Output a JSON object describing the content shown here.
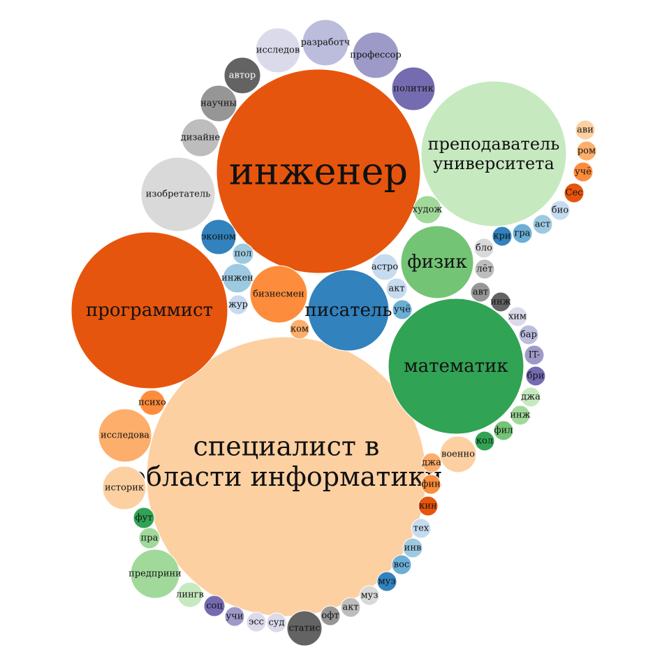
{
  "chart_data": {
    "type": "bubble",
    "items": [
      {
        "label": "специалист в области информатики",
        "color": "#fdd0a2"
      },
      {
        "label": "инженер",
        "color": "#e6550d"
      },
      {
        "label": "программист",
        "color": "#e6550d"
      },
      {
        "label": "преподаватель университета",
        "color": "#c7e9c0"
      },
      {
        "label": "математик",
        "color": "#31a354"
      },
      {
        "label": "писатель",
        "color": "#3182bd"
      },
      {
        "label": "физик",
        "color": "#74c476"
      },
      {
        "label": "изобретатель",
        "color": "#d9d9d9"
      },
      {
        "label": "бизнесмен",
        "color": "#fd8d3c"
      },
      {
        "label": "исследова",
        "color": "#fdae6b"
      },
      {
        "label": "предприни",
        "color": "#a1d99b"
      },
      {
        "label": "историк",
        "color": "#fdd0a2"
      },
      {
        "label": "разработч",
        "color": "#bcbddc"
      },
      {
        "label": "исследов",
        "color": "#dadaeb"
      },
      {
        "label": "профессор",
        "color": "#9e9ac8"
      },
      {
        "label": "политик",
        "color": "#756bb1"
      },
      {
        "label": "автор",
        "color": "#636363"
      },
      {
        "label": "научны",
        "color": "#969696"
      },
      {
        "label": "дизайне",
        "color": "#bdbdbd"
      },
      {
        "label": "эконом",
        "color": "#3182bd"
      },
      {
        "label": "статис",
        "color": "#636363"
      },
      {
        "label": "военно",
        "color": "#fdd0a2"
      },
      {
        "label": "инжен",
        "color": "#9ecae1"
      },
      {
        "label": "худож",
        "color": "#a1d99b"
      },
      {
        "label": "астро",
        "color": "#c6dbef"
      },
      {
        "label": "психо",
        "color": "#fd8d3c"
      },
      {
        "label": "лингв",
        "color": "#c7e9c0"
      },
      {
        "label": "пол",
        "color": "#9ecae1"
      },
      {
        "label": "жур",
        "color": "#c6dbef"
      },
      {
        "label": "ком",
        "color": "#fdae6b"
      },
      {
        "label": "акт",
        "color": "#c6dbef"
      },
      {
        "label": "учё",
        "color": "#6baed6"
      },
      {
        "label": "фут",
        "color": "#31a354"
      },
      {
        "label": "пра",
        "color": "#a1d99b"
      },
      {
        "label": "соц",
        "color": "#756bb1"
      },
      {
        "label": "учи",
        "color": "#9e9ac8"
      },
      {
        "label": "эсс",
        "color": "#dadaeb"
      },
      {
        "label": "суд",
        "color": "#dadaeb"
      },
      {
        "label": "офт",
        "color": "#969696"
      },
      {
        "label": "акт",
        "color": "#bdbdbd"
      },
      {
        "label": "муз",
        "color": "#d9d9d9"
      },
      {
        "label": "муз",
        "color": "#3182bd"
      },
      {
        "label": "вос",
        "color": "#6baed6"
      },
      {
        "label": "инв",
        "color": "#9ecae1"
      },
      {
        "label": "тех",
        "color": "#c6dbef"
      },
      {
        "label": "кин",
        "color": "#e6550d"
      },
      {
        "label": "фин",
        "color": "#fd8d3c"
      },
      {
        "label": "джа",
        "color": "#fdae6b"
      },
      {
        "label": "кол",
        "color": "#31a354"
      },
      {
        "label": "фил",
        "color": "#74c476"
      },
      {
        "label": "инж",
        "color": "#a1d99b"
      },
      {
        "label": "джа",
        "color": "#c7e9c0"
      },
      {
        "label": "бри",
        "color": "#756bb1"
      },
      {
        "label": "IT-",
        "color": "#9e9ac8"
      },
      {
        "label": "бар",
        "color": "#bcbddc"
      },
      {
        "label": "хим",
        "color": "#dadaeb"
      },
      {
        "label": "инж",
        "color": "#636363"
      },
      {
        "label": "авт",
        "color": "#969696"
      },
      {
        "label": "лёт",
        "color": "#bdbdbd"
      },
      {
        "label": "бло",
        "color": "#d9d9d9"
      },
      {
        "label": "кри",
        "color": "#3182bd"
      },
      {
        "label": "гра",
        "color": "#6baed6"
      },
      {
        "label": "аст",
        "color": "#9ecae1"
      },
      {
        "label": "био",
        "color": "#c6dbef"
      },
      {
        "label": "Сес",
        "color": "#e6550d"
      },
      {
        "label": "учё",
        "color": "#fd8d3c"
      },
      {
        "label": "ром",
        "color": "#fdae6b"
      },
      {
        "label": "ави",
        "color": "#fdd0a2"
      }
    ]
  }
}
